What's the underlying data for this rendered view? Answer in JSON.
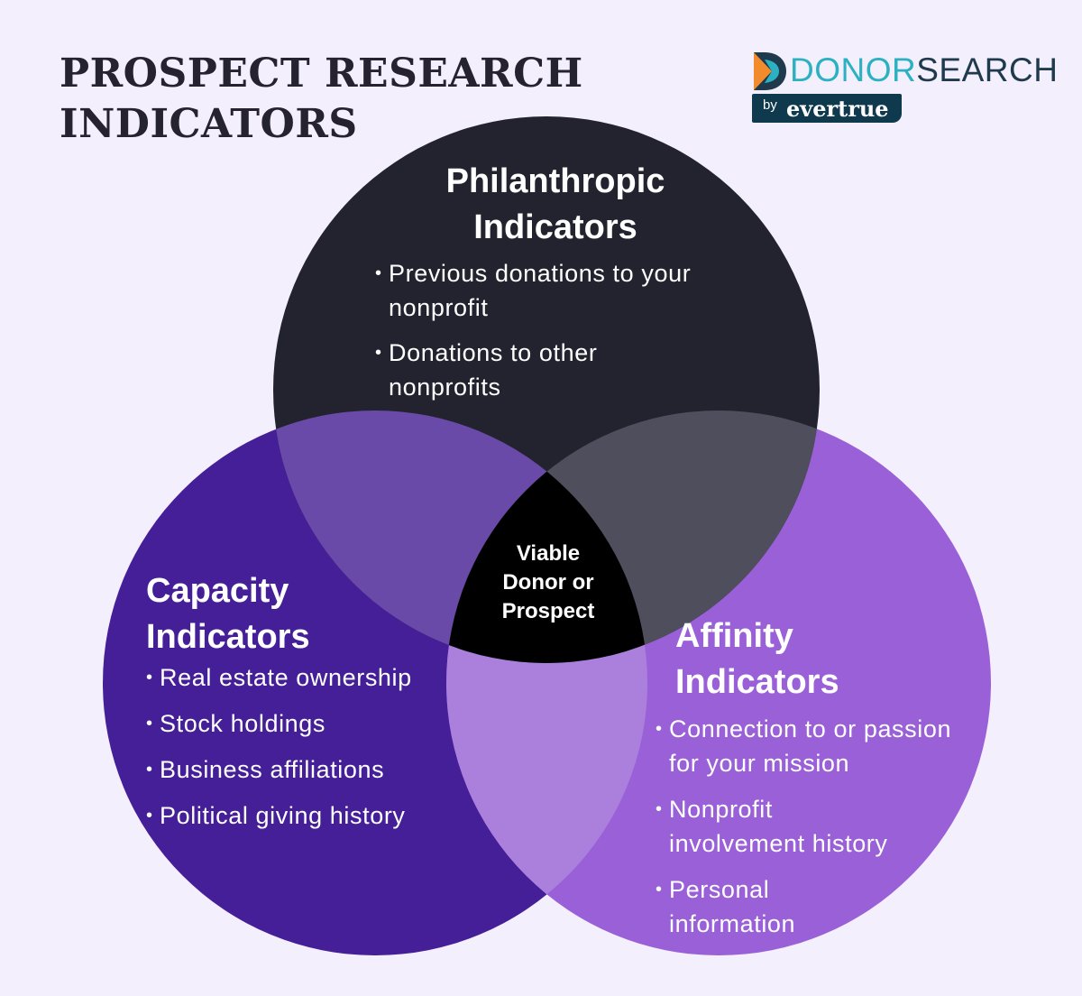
{
  "title": {
    "line1": "PROSPECT RESEARCH",
    "line2": "INDICATORS"
  },
  "logo": {
    "donor": "DONOR",
    "search": "SEARCH",
    "by": "by",
    "evertrue": "evertrue"
  },
  "colors": {
    "background": "#f3effd",
    "philanthropic": "#23232f",
    "capacity": "#451f98",
    "affinity": "#9a60d7",
    "overlap_philanthropic_capacity": "#6a4aa8",
    "overlap_philanthropic_affinity": "#4f4e5d",
    "overlap_capacity_affinity": "#ab80dd",
    "center": "#000000"
  },
  "circles": {
    "philanthropic": {
      "title_line1": "Philanthropic",
      "title_line2": "Indicators",
      "items": [
        {
          "line1": "Previous donations to your",
          "line2": "nonprofit"
        },
        {
          "line1": "Donations to other",
          "line2": "nonprofits"
        }
      ]
    },
    "capacity": {
      "title_line1": "Capacity",
      "title_line2": "Indicators",
      "items": [
        "Real estate ownership",
        "Stock holdings",
        "Business affiliations",
        "Political giving history"
      ]
    },
    "affinity": {
      "title_line1": "Affinity",
      "title_line2": "Indicators",
      "items": [
        {
          "line1": "Connection to or passion",
          "line2": "for your mission"
        },
        {
          "line1": "Nonprofit",
          "line2": "involvement history"
        },
        {
          "line1": "Personal",
          "line2": "information"
        }
      ]
    }
  },
  "center": {
    "line1": "Viable",
    "line2": "Donor or",
    "line3": "Prospect"
  }
}
